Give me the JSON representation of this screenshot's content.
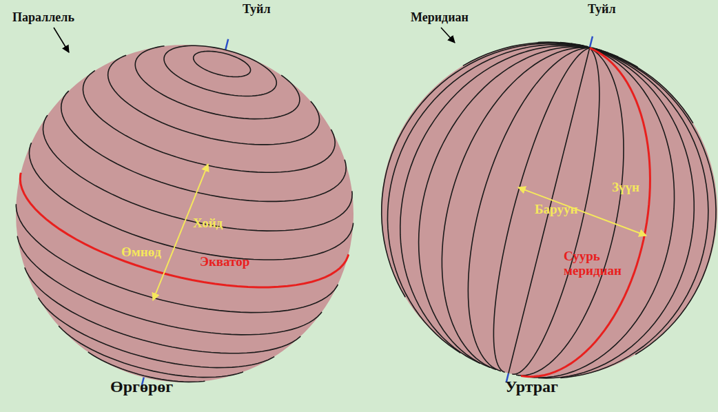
{
  "diagram": {
    "labels": [
      "Туйл",
      "Параллель",
      "Хойд",
      "Өмнөд",
      "Экватор",
      "Өргөрөг",
      "Туйл",
      "Меридиан",
      "Баруун",
      "Зүүн",
      "Суурь меридиан",
      "Уртраг"
    ]
  }
}
